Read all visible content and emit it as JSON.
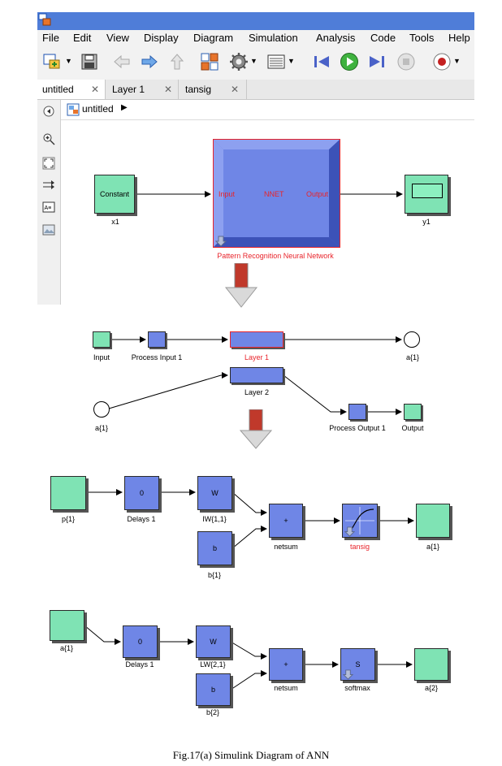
{
  "window": {
    "menu": [
      "File",
      "Edit",
      "View",
      "Display",
      "Diagram",
      "Simulation",
      "Analysis",
      "Code",
      "Tools",
      "Help"
    ],
    "tabs": [
      {
        "label": "untitled",
        "active": true
      },
      {
        "label": "Layer 1",
        "active": false
      },
      {
        "label": "tansig",
        "active": false
      }
    ],
    "path": "untitled",
    "toolbar_icons": [
      "new-model-icon",
      "save-icon",
      "back-icon",
      "forward-icon",
      "up-icon",
      "library-browser-icon",
      "model-settings-icon",
      "model-explorer-icon",
      "step-back-icon",
      "run-icon",
      "step-forward-icon",
      "stop-icon",
      "record-icon"
    ]
  },
  "top_diagram": {
    "constant_label": "Constant",
    "x1_label": "x1",
    "nnet_input": "Input",
    "nnet_name": "NNET",
    "nnet_output": "Output",
    "nnet_caption": "Pattern Recognition Neural Network",
    "y1_label": "y1"
  },
  "network_diagram": {
    "input": "Input",
    "process_input": "Process Input 1",
    "layer1": "Layer 1",
    "a1_out": "a{1}",
    "a1_in": "a{1}",
    "layer2": "Layer 2",
    "process_output": "Process Output 1",
    "output": "Output"
  },
  "layer1_diagram": {
    "p1": "p{1}",
    "delay_value": "0",
    "delays": "Delays 1",
    "w": "W",
    "iw": "IW{1,1}",
    "b": "b",
    "b1": "b{1}",
    "plus": "+",
    "netsum": "netsum",
    "tansig": "tansig",
    "a1": "a{1}"
  },
  "layer2_diagram": {
    "a1": "a{1}",
    "delay_value": "0",
    "delays": "Delays 1",
    "w": "W",
    "lw": "LW{2,1}",
    "b": "b",
    "b2": "b{2}",
    "plus": "+",
    "netsum": "netsum",
    "s": "S",
    "softmax": "softmax",
    "a2": "a{2}"
  },
  "caption": "Fig.17(a)  Simulink Diagram of ANN",
  "colors": {
    "title_bar": "#4f7dd8",
    "block_blue": "#6f86e6",
    "block_green": "#7fe3b4",
    "label_red": "#e8242b",
    "arrow_red": "#c0392b"
  }
}
